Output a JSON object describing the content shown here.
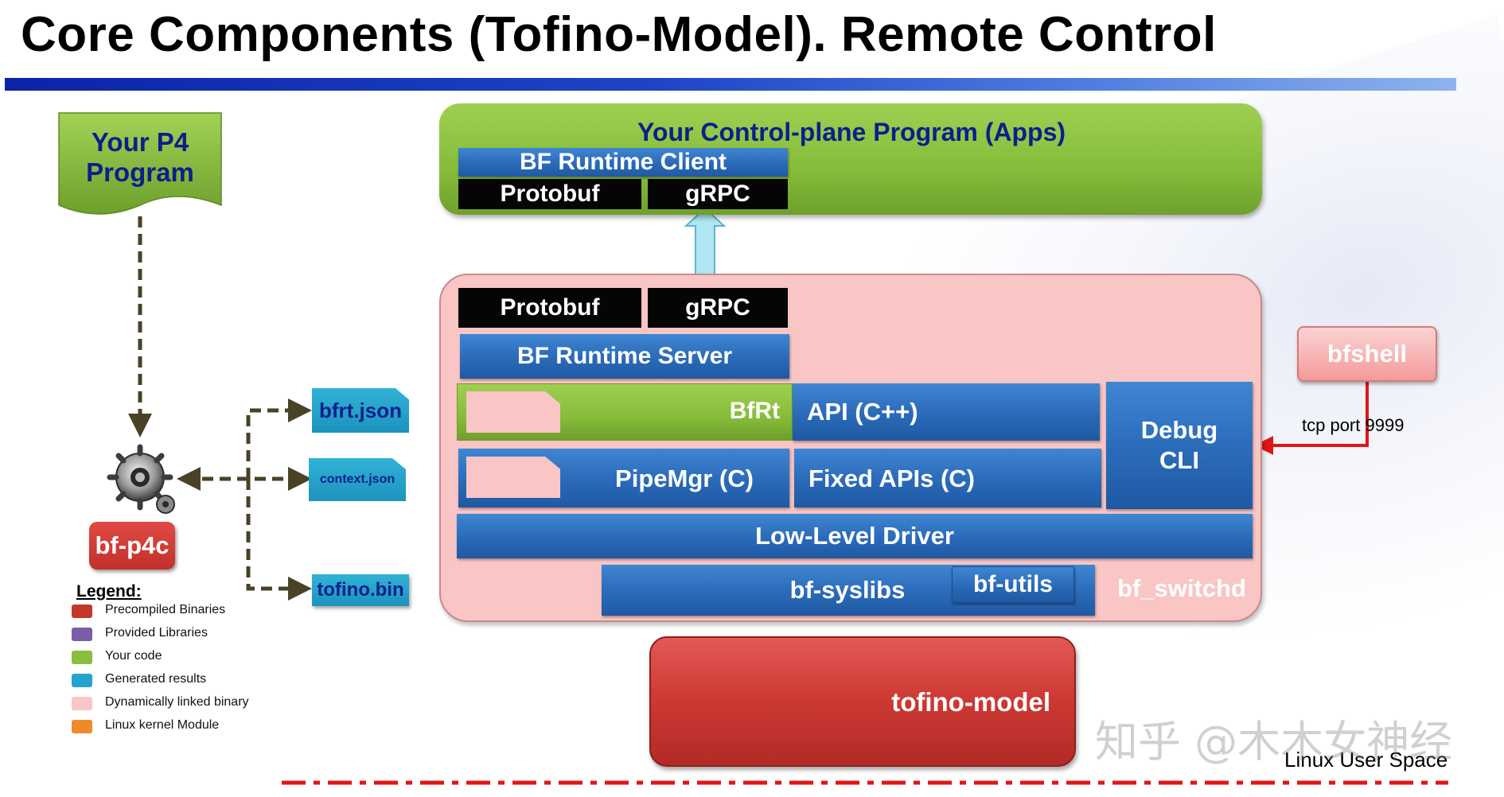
{
  "title": "Core Components (Tofino-Model). Remote Control",
  "p4_program": "Your P4 Program",
  "compiler": "bf-p4c",
  "outputs": [
    "bfrt.json",
    "context.json",
    "tofino.bin"
  ],
  "control_plane": {
    "title": "Your Control-plane Program (Apps)",
    "client": "BF Runtime Client",
    "protobuf": "Protobuf",
    "grpc": "gRPC"
  },
  "switchd": {
    "protobuf": "Protobuf",
    "grpc": "gRPC",
    "server": "BF Runtime Server",
    "bfrt": "BfRt",
    "api_cpp": "API (C++)",
    "pipemgr": "PipeMgr (C)",
    "fixed_apis": "Fixed APIs (C)",
    "debug_cli": "Debug CLI",
    "lld": "Low-Level Driver",
    "syslibs": "bf-syslibs",
    "utils": "bf-utils",
    "name": "bf_switchd"
  },
  "bfshell": "bfshell",
  "tcp_port": "tcp port 9999",
  "tofino_model": "tofino-model",
  "linux_user_space": "Linux User Space",
  "watermark": "知乎 @木木女神经",
  "legend": {
    "title": "Legend:",
    "items": [
      {
        "label": "Precompiled Binaries",
        "color": "#c0392b"
      },
      {
        "label": "Provided Libraries",
        "color": "#7b5ea7"
      },
      {
        "label": "Your code",
        "color": "#8bbd3f"
      },
      {
        "label": "Generated results",
        "color": "#26a3cc"
      },
      {
        "label": "Dynamically linked binary",
        "color": "#f8c6c6"
      },
      {
        "label": "Linux kernel Module",
        "color": "#ee8a2a"
      }
    ]
  }
}
